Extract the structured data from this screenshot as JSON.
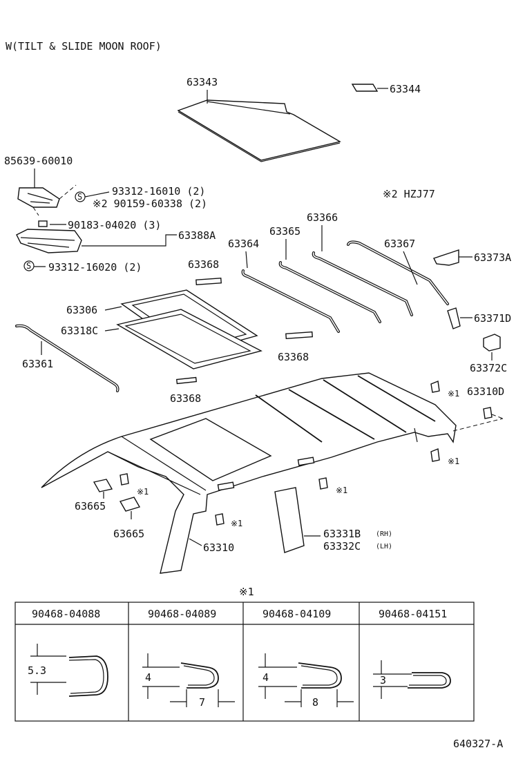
{
  "title": "W(TILT & SLIDE MOON ROOF)",
  "note_hzj77": "※2  HZJ77",
  "parts": {
    "p63343": "63343",
    "p63344": "63344",
    "p85639": "85639-60010",
    "p93312a": "93312-16010 (2)",
    "p90159": "※2 90159-60338 (2)",
    "p90183": "90183-04020 (3)",
    "p63388A": "63388A",
    "p93312b": "93312-16020 (2)",
    "p63368a": "63368",
    "p63306": "63306",
    "p63318C": "63318C",
    "p63361": "63361",
    "p63368b": "63368",
    "p63364": "63364",
    "p63365": "63365",
    "p63366": "63366",
    "p63367": "63367",
    "p63373A": "63373A",
    "p63371D": "63371D",
    "p63372C": "63372C",
    "p63310D": "63310D",
    "p63368c": "63368",
    "p63665a": "63665",
    "p63665b": "63665",
    "p63310": "63310",
    "p63331B": "63331B",
    "p63332C": "63332C",
    "rh": "(RH)",
    "lh": "(LH)",
    "mark1": "※1",
    "s_symbol": "S"
  },
  "clip_table": {
    "heading": "※1",
    "columns": [
      "90468-04088",
      "90468-04089",
      "90468-04109",
      "90468-04151"
    ],
    "heights": [
      "5.3",
      "4",
      "4",
      "3"
    ],
    "widths": [
      "",
      "7",
      "8",
      ""
    ]
  },
  "figure_id": "640327-A"
}
